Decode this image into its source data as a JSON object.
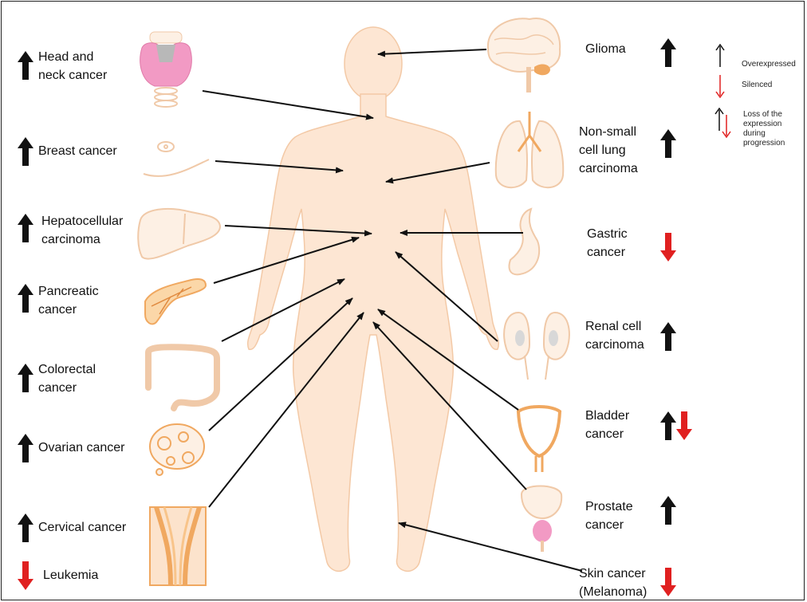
{
  "labels": {
    "glioma": "Glioma",
    "nsclc": "Non-small\ncell lung\ncarcinoma",
    "gastric": "Gastric\ncancer",
    "renal": "Renal cell\ncarcinoma",
    "bladder": "Bladder\ncancer",
    "prostate": "Prostate\ncancer",
    "skin": "Skin cancer\n(Melanoma)",
    "head_neck": "Head and\nneck cancer",
    "breast": "Breast cancer",
    "hcc": "Hepatocellular\ncarcinoma",
    "pancreatic": "Pancreatic\ncancer",
    "colorectal": "Colorectal\ncancer",
    "ovarian": "Ovarian cancer",
    "cervical": "Cervical cancer",
    "leukemia": "Leukemia"
  },
  "legend": {
    "overexpressed": "Overexpressed",
    "silenced": "Silenced",
    "loss": "Loss of the\nexpression\nduring\nprogression"
  },
  "colors": {
    "up_arrow": "#111111",
    "down_arrow": "#e02020",
    "body_fill": "#fde6d3",
    "organ_stroke": "#f0a860",
    "organ_fill": "#fdf0e4"
  },
  "status": {
    "glioma": "overexpressed",
    "nsclc": "overexpressed",
    "gastric": "silenced",
    "renal": "overexpressed",
    "bladder": "loss of expression during progression",
    "prostate": "overexpressed",
    "skin": "silenced",
    "head_neck": "overexpressed",
    "breast": "overexpressed",
    "hcc": "overexpressed",
    "pancreatic": "overexpressed",
    "colorectal": "overexpressed",
    "ovarian": "overexpressed",
    "cervical": "overexpressed",
    "leukemia": "silenced"
  }
}
